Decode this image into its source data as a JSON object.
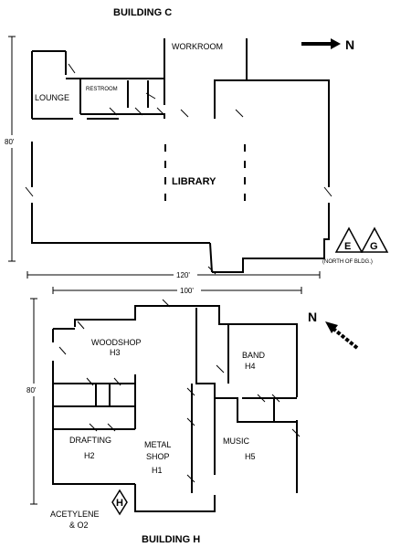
{
  "building_c": {
    "title": "BUILDING C",
    "rooms": {
      "workroom": "WORKROOM",
      "lounge": "LOUNGE",
      "restroom": "RESTROOM",
      "library": "LIBRARY"
    },
    "dimension_width": "120'",
    "dimension_height": "80'",
    "north_label": "N",
    "sign_e": "E",
    "sign_g": "G",
    "sign_caption": "(NORTH OF BLDG.)"
  },
  "building_h": {
    "title": "BUILDING H",
    "rooms": {
      "woodshop": "WOODSHOP",
      "woodshop_id": "H3",
      "band": "BAND",
      "band_id": "H4",
      "drafting": "DRAFTING",
      "drafting_id": "H2",
      "metal_shop": "METAL",
      "metal_shop_2": "SHOP",
      "metal_shop_id": "H1",
      "music": "MUSIC",
      "music_id": "H5",
      "acetylene": "ACETYLENE",
      "acetylene_2": "& O2"
    },
    "dimension_width": "100'",
    "dimension_height": "80'",
    "north_label": "N",
    "sign_h": "H"
  }
}
